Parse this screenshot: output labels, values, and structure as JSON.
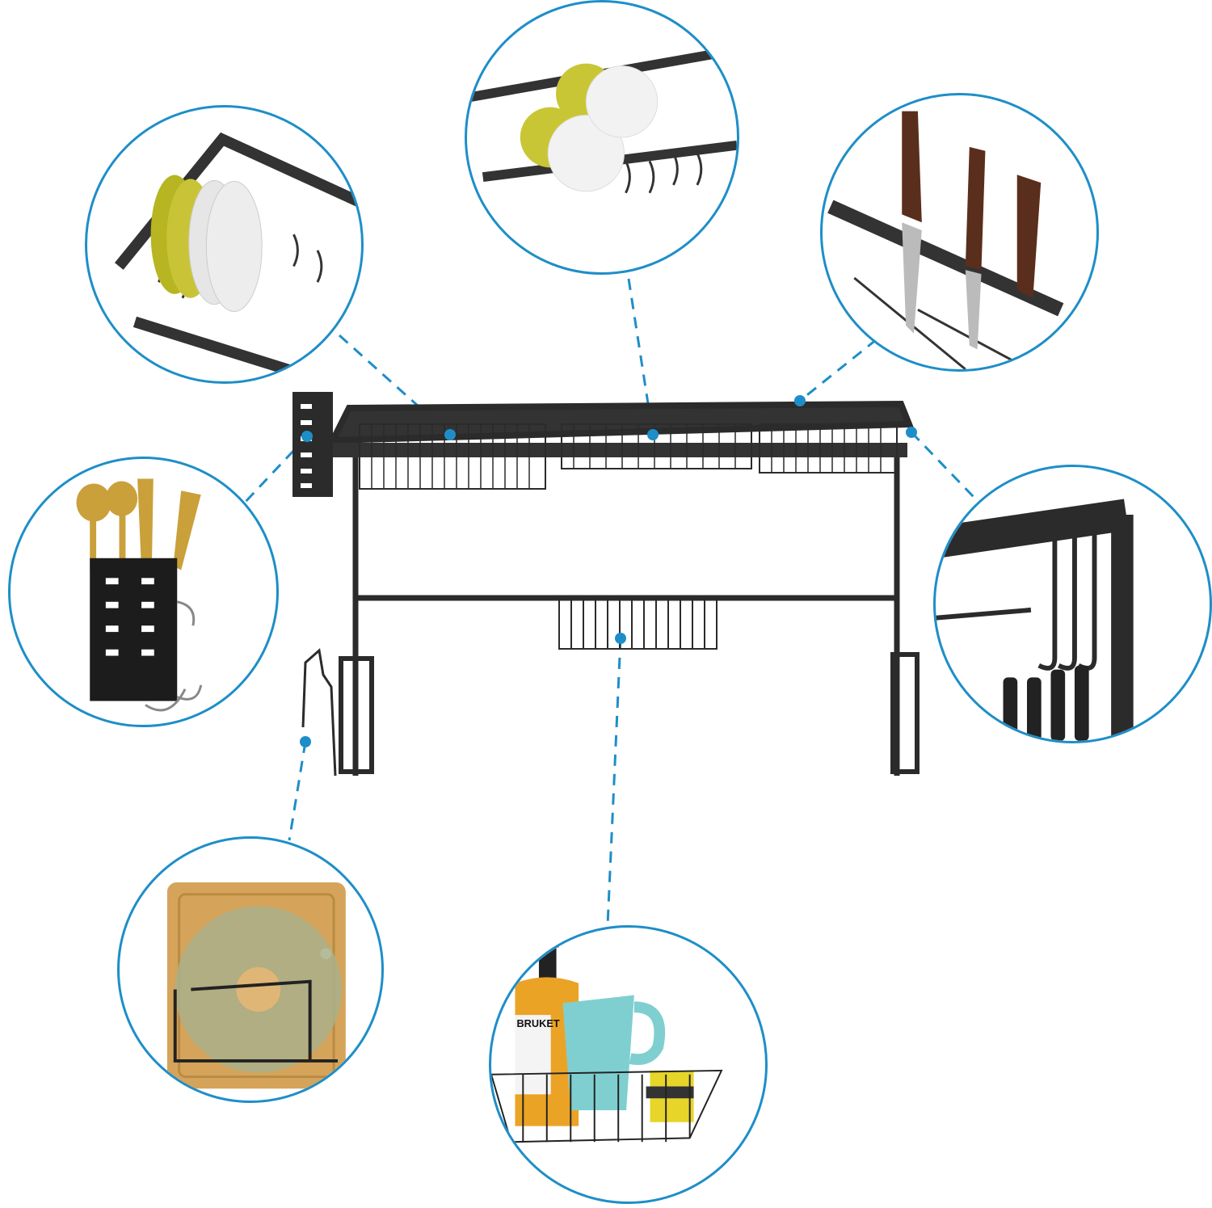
{
  "image": {
    "type": "product-feature-diagram",
    "subject": "over-the-sink dish drying rack",
    "accent_color": "#1e8ec8",
    "frame_color": "#2b2b2b"
  },
  "callouts": [
    {
      "id": "plate-rack",
      "description": "Plate drying rack with yellow and white plates"
    },
    {
      "id": "bowl-rack",
      "description": "Bowl drying rack with yellow and white bowls"
    },
    {
      "id": "knife-holder",
      "description": "Knife slot holder with wooden-handled knives"
    },
    {
      "id": "utensil-holder",
      "description": "Utensil holder cup with gold spoons and forks"
    },
    {
      "id": "side-hooks",
      "description": "Side hooks holding utensils"
    },
    {
      "id": "cutting-board-holder",
      "description": "Cutting board and pot lid holder"
    },
    {
      "id": "sponge-basket",
      "description": "Hanging basket with soap bottle, mug and sponge"
    }
  ],
  "product_labels": {
    "soap_bottle_text": "BRUKET"
  }
}
